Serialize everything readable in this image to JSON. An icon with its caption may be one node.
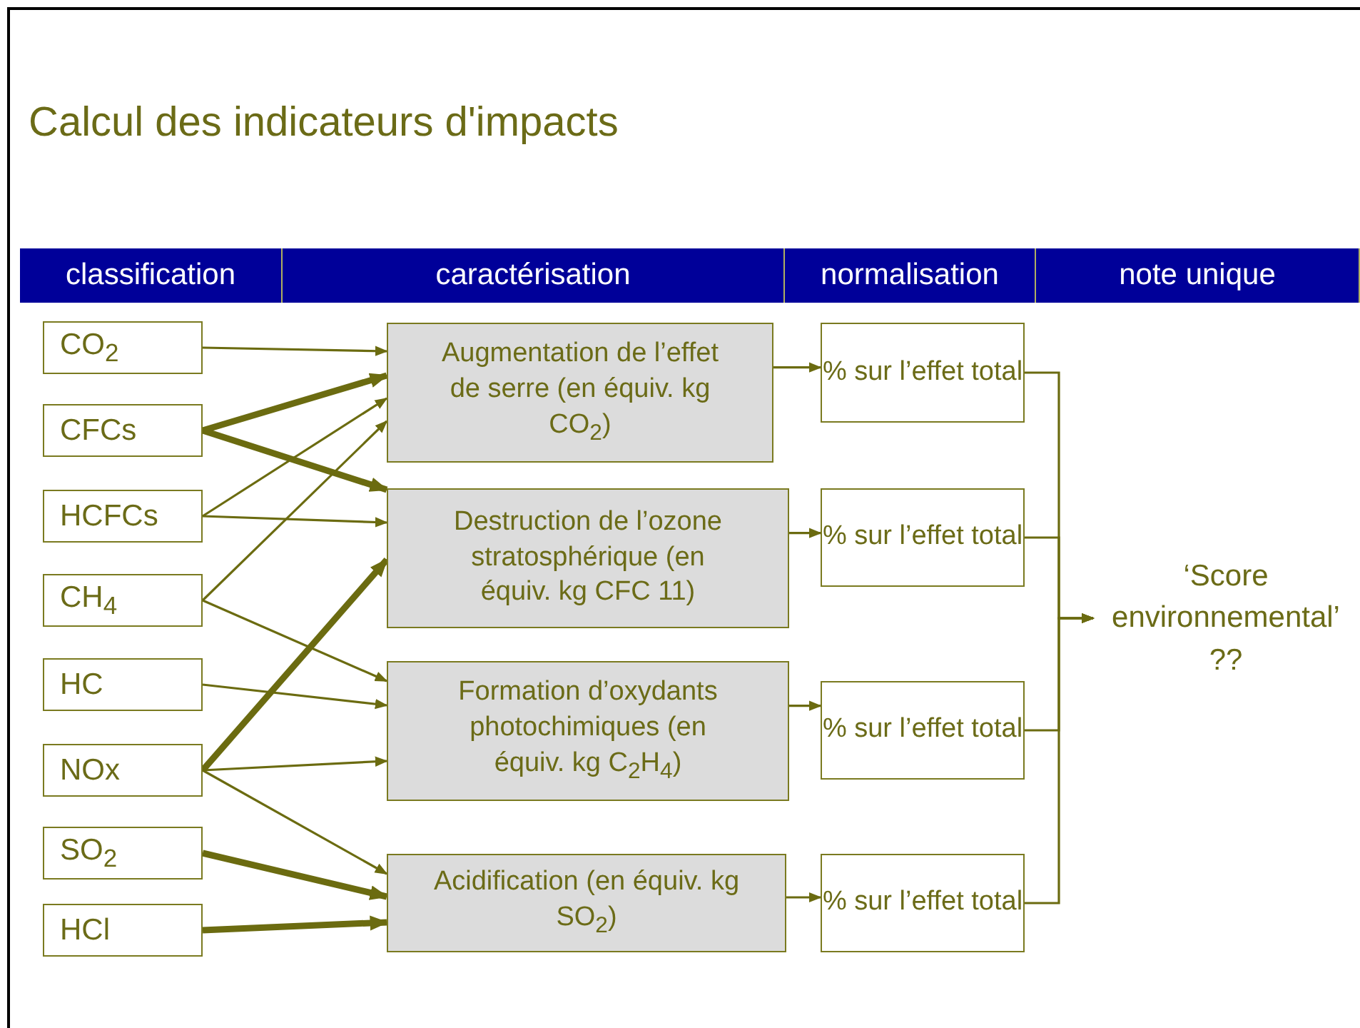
{
  "diagram": {
    "title": "Calcul des indicateurs d'impacts",
    "nodes": [
      {
        "text": [
          "classification"
        ]
      },
      {
        "text": [
          "caractérisation"
        ]
      },
      {
        "text": [
          "normalisation"
        ]
      },
      {
        "text": [
          "note unique"
        ]
      },
      {
        "text": [
          "CO$_{2}$"
        ]
      },
      {
        "text": [
          "CFCs"
        ]
      },
      {
        "text": [
          "HCFCs"
        ]
      },
      {
        "text": [
          "CH$_{4}$"
        ]
      },
      {
        "text": [
          "HC"
        ]
      },
      {
        "text": [
          "NOx"
        ]
      },
      {
        "text": [
          "SO$_{2}$"
        ]
      },
      {
        "text": [
          "HCl"
        ]
      },
      {
        "text": [
          "Augmentation de l’effet de serre (en équiv. kg CO$_{2}$)"
        ]
      },
      {
        "text": [
          "Destruction de l’ozone stratosphérique (en équiv. kg CFC 11)"
        ]
      },
      {
        "text": [
          "Formation d’oxydants photochimiques (en équiv. kg C$_{2}$H$_{4}$)"
        ]
      },
      {
        "text": [
          "Acidification (en équiv. kg SO$_{2}$)"
        ]
      },
      {
        "text": [
          "% sur l’effet total"
        ]
      },
      {
        "text": [
          "% sur l’effet total"
        ]
      },
      {
        "text": [
          "% sur l’effet total"
        ]
      },
      {
        "text": [
          "% sur l’effet total"
        ]
      },
      {
        "text": [
          "‘Score environnemental’ ??"
        ]
      }
    ],
    "edges": [
      {
        "from": 4,
        "to": 12,
        "arrow": "to"
      },
      {
        "from": 5,
        "to": 12,
        "arrow": "to",
        "style": "thick"
      },
      {
        "from": 5,
        "to": 13,
        "arrow": "to",
        "style": "thick"
      },
      {
        "from": 6,
        "to": 12,
        "arrow": "to"
      },
      {
        "from": 6,
        "to": 13,
        "arrow": "to"
      },
      {
        "from": 7,
        "to": 12,
        "arrow": "to"
      },
      {
        "from": 7,
        "to": 14,
        "arrow": "to"
      },
      {
        "from": 8,
        "to": 14,
        "arrow": "to"
      },
      {
        "from": 9,
        "to": 13,
        "arrow": "to",
        "style": "thick"
      },
      {
        "from": 9,
        "to": 14,
        "arrow": "to"
      },
      {
        "from": 9,
        "to": 15,
        "arrow": "to"
      },
      {
        "from": 10,
        "to": 15,
        "arrow": "to",
        "style": "thick"
      },
      {
        "from": 11,
        "to": 15,
        "arrow": "to",
        "style": "thick"
      },
      {
        "from": 12,
        "to": 16,
        "arrow": "to"
      },
      {
        "from": 13,
        "to": 17,
        "arrow": "to"
      },
      {
        "from": 14,
        "to": 18,
        "arrow": "to"
      },
      {
        "from": 15,
        "to": 19,
        "arrow": "to"
      },
      {
        "from": 16,
        "to": 20,
        "arrow": "to"
      },
      {
        "from": 17,
        "to": 20,
        "arrow": "to"
      },
      {
        "from": 18,
        "to": 20,
        "arrow": "to"
      },
      {
        "from": 19,
        "to": 20,
        "arrow": "to"
      }
    ]
  }
}
